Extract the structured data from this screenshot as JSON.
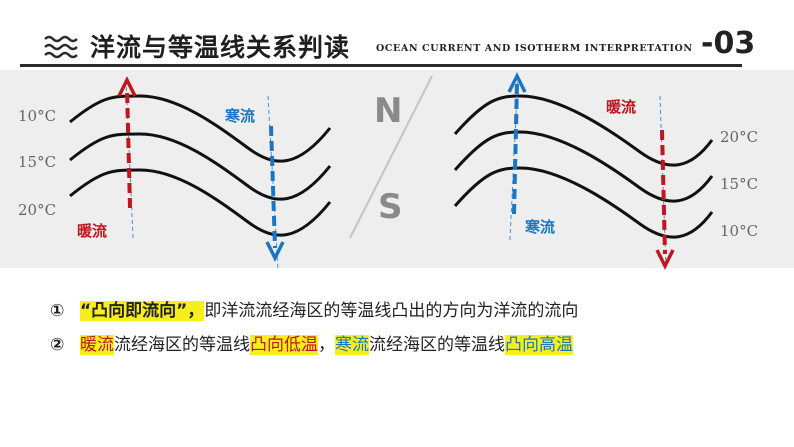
{
  "header": {
    "title": "洋流与等温线关系判读",
    "subtitle": "OCEAN CURRENT AND ISOTHERM INTERPRETATION",
    "page_number": "-03",
    "icon": "waves-icon"
  },
  "colors": {
    "warm": "#c0161e",
    "cold": "#1a76c4",
    "highlight": "#f6ef1a",
    "panel": "#eeeeee"
  },
  "diagram": {
    "north": "N",
    "south": "S",
    "left": {
      "isotherms": [
        "10°C",
        "15°C",
        "20°C"
      ],
      "warm_label": "暖流",
      "cold_label": "寒流"
    },
    "right": {
      "isotherms": [
        "20°C",
        "15°C",
        "10°C"
      ],
      "warm_label": "暖流",
      "cold_label": "寒流"
    }
  },
  "notes": [
    {
      "number": "①",
      "parts": [
        "“凸向即流向”，",
        "即洋流流经海区的等温线凸出的方向为洋流的流向"
      ]
    },
    {
      "number": "②",
      "parts": [
        "暖流",
        "流经海区的等温线",
        "凸向低温",
        "，",
        "寒流",
        "流经海区的等温线",
        "凸向高温"
      ]
    }
  ]
}
